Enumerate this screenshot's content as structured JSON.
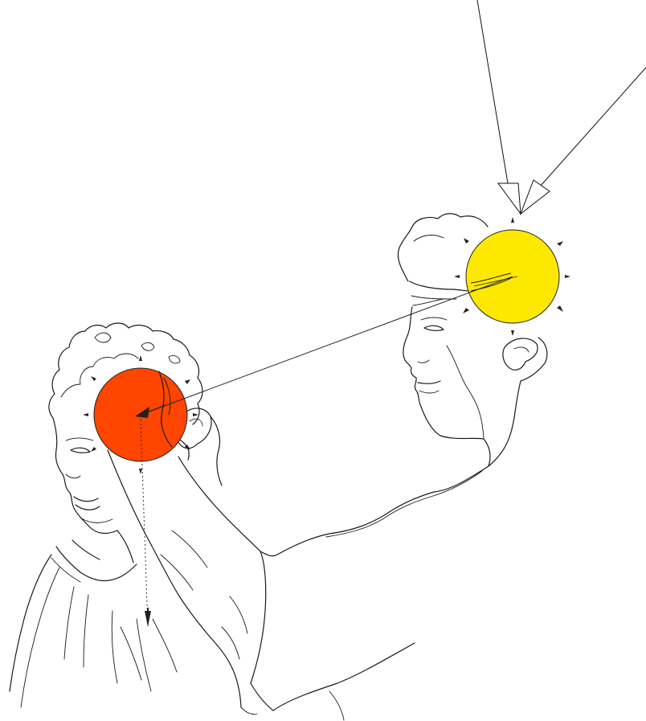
{
  "colors": {
    "background": "#ffffff",
    "line": "#1a1a1a",
    "sun": "#ffe800",
    "earth": "#ff4500",
    "arrow_fill": "#ffffff"
  },
  "figure": {
    "elements": [
      "holder-figure",
      "lit-figure",
      "sun-ball",
      "earth-ball",
      "incoming-ray-arrow-1",
      "incoming-ray-arrow-2",
      "projection-line",
      "plumb-line"
    ]
  }
}
